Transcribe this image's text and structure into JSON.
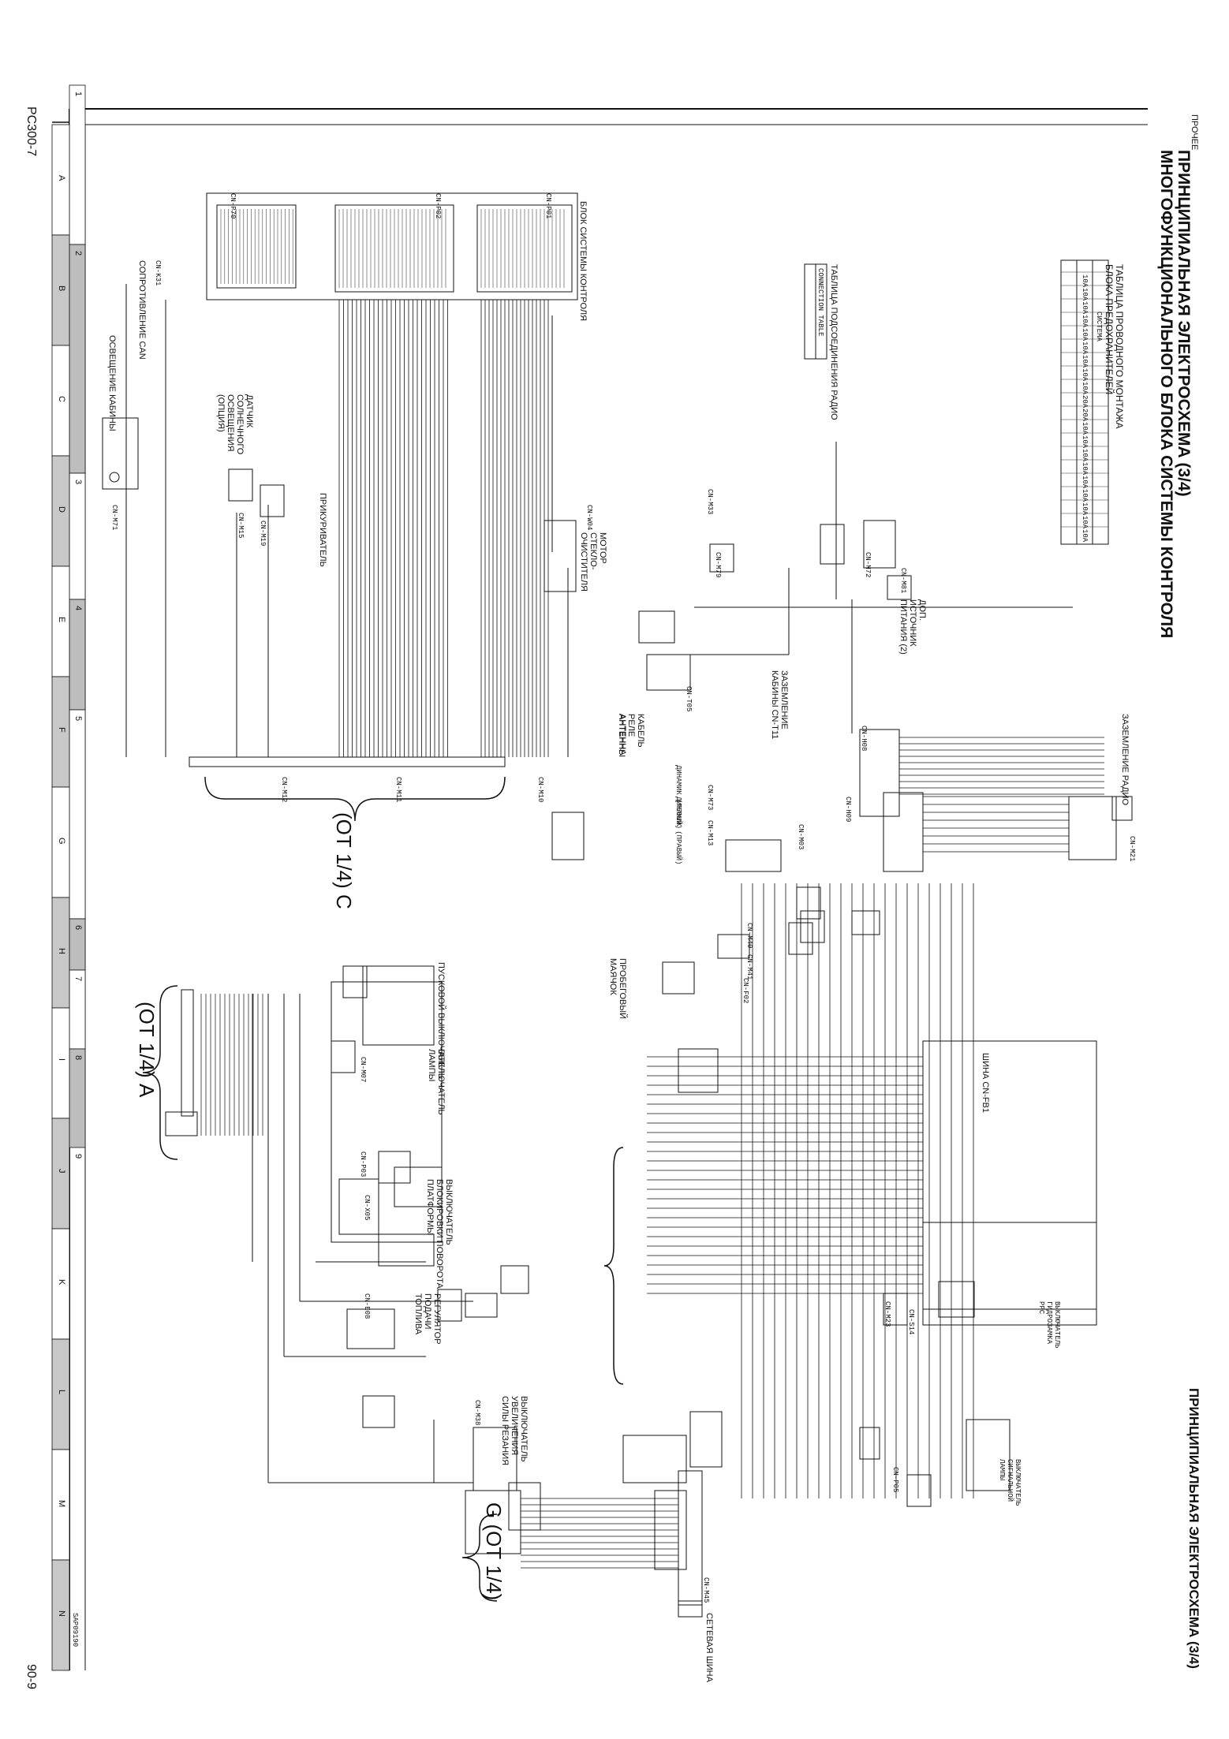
{
  "header": {
    "section": "ПРОЧЕЕ",
    "title_main": "ПРИНЦИПИАЛЬНАЯ ЭЛЕКТРОСХЕМА (3/4)",
    "title_sub": "МНОГОФУНКЦИОНАЛЬНОГО БЛОКА СИСТЕМЫ КОНТРОЛЯ",
    "right_title": "ПРИНЦИПИАЛЬНАЯ ЭЛЕКТРОСХЕМА (3/4)"
  },
  "footer": {
    "model": "PC300-7",
    "page": "90-9",
    "doc_code": "SAP09190"
  },
  "grid": {
    "columns": [
      "1",
      "2",
      "3",
      "4",
      "5",
      "6",
      "7",
      "8",
      "9"
    ],
    "rows": [
      "A",
      "B",
      "C",
      "D",
      "E",
      "F",
      "G",
      "H",
      "I",
      "J",
      "K",
      "L",
      "M",
      "N"
    ]
  },
  "tables": {
    "fuse_title_1": "ТАБЛИЦА ПРОВОДНОГО МОНТАЖА",
    "fuse_title_2": "БЛОКА ПРЕДОХРАНИТЕЛЕЙ",
    "fuse_col_system": "СИСТЕМА",
    "fuse_rows": [
      "10A",
      "10A",
      "10A",
      "10A",
      "10A",
      "10A",
      "10A",
      "10A",
      "10A",
      "20A",
      "20A",
      "10A",
      "10A",
      "10A",
      "10A",
      "10A",
      "10A",
      "10A",
      "10A",
      "10A"
    ],
    "radio_title": "ТАБЛИЦА ПОДСОЕДИНЕНИЯ РАДИО",
    "radio_header": "CONNECTION TABLE"
  },
  "labels": {
    "control_block": "БЛОК СИСТЕМЫ КОНТРОЛЯ",
    "can_resistor": "СОПРОТИВЛЕНИЕ CAN",
    "cab_light": "ОСВЕЩЕНИЕ КАБИНЫ",
    "sun_sensor": "ДАТЧИК СОЛНЕЧНОГО ОСВЕЩЕНИЯ (ОПЦИЯ)",
    "lighter": "ПРИКУРИВАТЕЛЬ",
    "wiper_motor": "МОТОР СТЕКЛО-ОЧИСТИТЕЛЯ",
    "extra_power": "ДОП. ИСТОЧНИК ПИТАНИЯ (2)",
    "cab_ground": "ЗАЗЕМЛЕНИЕ КАБИНЫ CN-T11",
    "radio_ground": "ЗАЗЕМЛЕНИЕ РАДИО",
    "antenna_relay": "КАБЕЛЬ РЕЛЕ АНТЕННЫ",
    "antenna": "АНТЕННА",
    "speaker_l": "ДИНАМИК (ЛЕВЫЙ)",
    "speaker_r": "ДИНАМИК (ПРАВЫЙ)",
    "hour_meter": "ПРОБЕГОВЫЙ МАЯЧОК",
    "fuse_bus": "ШИНА CN-FB1",
    "start_switch": "ПУСКОВОЙ ВЫКЛЮЧАТЕЛЬ",
    "lamp_switch": "ВЫКЛЮЧАТЕЛЬ ЛАМПЫ",
    "swing_lock": "ВЫКЛЮЧАТЕЛЬ БЛОКИРОВКИ ПОВОРОТА ПЛАТФОРМЫ",
    "fuel_regulator": "РЕГУЛЯТОР ПОДАЧИ ТОПЛИВА",
    "power_max": "ВЫКЛЮЧАТЕЛЬ УВЕЛИЧЕНИЯ СИЛЫ РЕЗАНИЯ",
    "ppc_lock": "ВЫКЛЮЧАТЕЛЬ ГИДРОЗАМКА PPC",
    "horn_switch": "ВЫКЛЮЧАТЕЛЬ СИГНАЛЬНОЙ ЛАМПЫ",
    "network_bus": "СЕТЕВАЯ ШИНА",
    "from_c": "(ОТ 1/4) C",
    "from_a": "(ОТ 1/4) A",
    "from_g": "G (ОТ 1/4)"
  },
  "connectors": [
    "CN-P70",
    "CN-P01",
    "CN-P02",
    "CN-K31",
    "CN-M71",
    "CN-M19",
    "CN-M15",
    "CN-W04",
    "CN-M33",
    "CN-M72",
    "CN-M79",
    "CN-M81",
    "CN-T05",
    "CN-M10",
    "CN-M11",
    "CN-M12",
    "CN-H08",
    "CN-H09",
    "CN-M73",
    "CN-M13",
    "CN-M03",
    "CN-M40",
    "CN-M41",
    "CN-F02",
    "CN-M07",
    "CN-P03",
    "CN-X05",
    "CN-E08",
    "CN-M38",
    "CN-M23",
    "CN-S14",
    "CN-P05",
    "CN-M45",
    "CN-M21"
  ]
}
